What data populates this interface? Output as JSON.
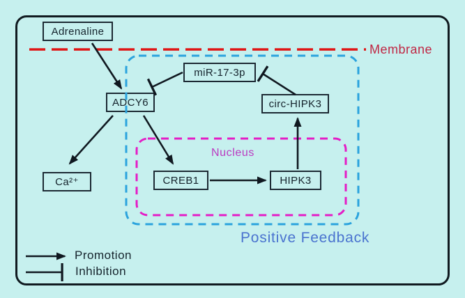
{
  "nodes": {
    "adrenaline": {
      "label": "Adrenaline"
    },
    "adcy6": {
      "label": "ADCY6"
    },
    "mir_17_3p": {
      "label": "miR-17-3p"
    },
    "circ_hipk3": {
      "label": "circ-HIPK3"
    },
    "ca2": {
      "label": "Ca²⁺"
    },
    "creb1": {
      "label": "CREB1"
    },
    "hipk3": {
      "label": "HIPK3"
    }
  },
  "regions": {
    "membrane": {
      "label": "Membrane",
      "text_color": "#c02744",
      "line_color": "#e01515"
    },
    "nucleus": {
      "label": "Nucleus",
      "text_color": "#bb3ac1",
      "border_color": "#e41dc6"
    },
    "positive_feedback": {
      "label": "Positive Feedback",
      "text_color": "#4a73cf",
      "border_color": "#2ba3dd"
    }
  },
  "legend": {
    "promotion_label": "Promotion",
    "inhibition_label": "Inhibition"
  },
  "edges": [
    {
      "from": "Adrenaline",
      "to": "ADCY6",
      "type": "promotion"
    },
    {
      "from": "miR-17-3p",
      "to": "ADCY6",
      "type": "inhibition"
    },
    {
      "from": "ADCY6",
      "to": "Ca²⁺",
      "type": "promotion"
    },
    {
      "from": "ADCY6",
      "to": "CREB1",
      "type": "promotion"
    },
    {
      "from": "CREB1",
      "to": "HIPK3",
      "type": "promotion"
    },
    {
      "from": "HIPK3",
      "to": "circ-HIPK3",
      "type": "promotion"
    },
    {
      "from": "circ-HIPK3",
      "to": "miR-17-3p",
      "type": "inhibition"
    }
  ],
  "colors": {
    "background": "#c6f0ee",
    "frame_border": "#101a20",
    "edge": "#101820"
  }
}
